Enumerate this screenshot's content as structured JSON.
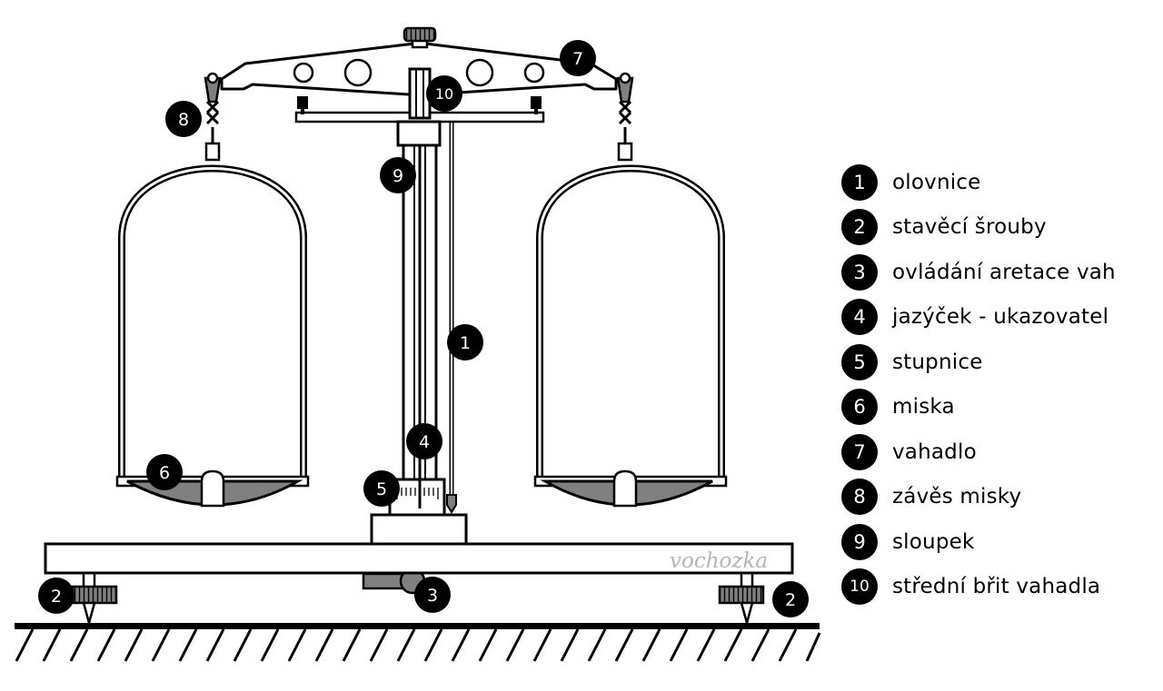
{
  "legend": [
    {
      "number": "1",
      "label": "olovnice"
    },
    {
      "number": "2",
      "label": "stavěcí šrouby"
    },
    {
      "number": "3",
      "label": "ovládání aretace vah"
    },
    {
      "number": "4",
      "label": "jazýček - ukazovatel"
    },
    {
      "number": "5",
      "label": "stupnice"
    },
    {
      "number": "6",
      "label": "miska"
    },
    {
      "number": "7",
      "label": "vahadlo"
    },
    {
      "number": "8",
      "label": "závěs misky"
    },
    {
      "number": "9",
      "label": "sloupek"
    },
    {
      "number": "10",
      "label": "střední břit vahadla"
    }
  ],
  "markers": {
    "m1": "1",
    "m2a": "2",
    "m2b": "2",
    "m3": "3",
    "m4": "4",
    "m5": "5",
    "m6": "6",
    "m7": "7",
    "m8": "8",
    "m9": "9",
    "m10": "10"
  },
  "watermark": "vochozka",
  "colors": {
    "line": "#000000",
    "pan_fill": "#808080",
    "background": "#ffffff"
  }
}
